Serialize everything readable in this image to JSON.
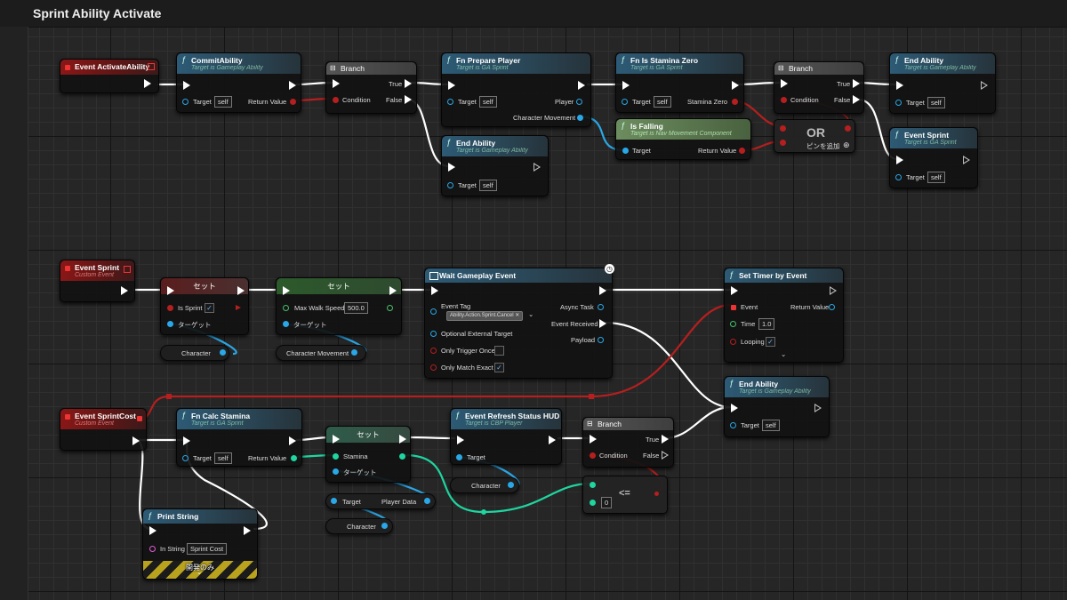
{
  "graph_title": "Sprint Ability Activate",
  "colors": {
    "exec": "#ffffff",
    "object_pin": "#2aa7e6",
    "bool_pin": "#b51f1f",
    "float_pin": "#7ef07b",
    "struct_pin": "#1fd5a0",
    "string_pin": "#e05bd6"
  },
  "nodes": {
    "event_activate": {
      "title": "Event ActivateAbility"
    },
    "commit": {
      "title": "CommitAbility",
      "subtitle": "Target is Gameplay Ability",
      "target": "Target",
      "target_value": "self",
      "return": "Return Value"
    },
    "branch1": {
      "title": "Branch",
      "condition": "Condition",
      "true": "True",
      "false": "False"
    },
    "prepare": {
      "title": "Fn Prepare Player",
      "subtitle": "Target is GA Sprint",
      "target": "Target",
      "target_value": "self",
      "player": "Player",
      "char_move": "Character Movement"
    },
    "stamina_zero": {
      "title": "Fn Is Stamina Zero",
      "subtitle": "Target is GA Sprint",
      "target": "Target",
      "target_value": "self",
      "out": "Stamina Zero"
    },
    "branch2": {
      "title": "Branch",
      "condition": "Condition",
      "true": "True",
      "false": "False"
    },
    "end_ability1": {
      "title": "End Ability",
      "subtitle": "Target is Gameplay Ability",
      "target": "Target",
      "target_value": "self"
    },
    "end_ability2": {
      "title": "End Ability",
      "subtitle": "Target is Gameplay Ability",
      "target": "Target",
      "target_value": "self"
    },
    "is_falling": {
      "title": "Is Falling",
      "subtitle": "Target is Nav Movement Component",
      "target": "Target",
      "return": "Return Value"
    },
    "or_node": {
      "title": "OR",
      "add_pin": "ピンを追加",
      "add_icon": "⊕"
    },
    "event_sprint_call": {
      "title": "Event Sprint",
      "subtitle": "Target is GA Sprint",
      "target": "Target",
      "target_value": "self"
    },
    "event_sprint": {
      "title": "Event Sprint",
      "subtitle": "Custom Event"
    },
    "set_is_sprint": {
      "title": "セット",
      "field": "Is Sprint",
      "target": "ターゲット",
      "checked": "✓"
    },
    "get_character1": {
      "title": "Character"
    },
    "set_walk_speed": {
      "title": "セット",
      "field": "Max Walk Speed",
      "value": "500.0",
      "target": "ターゲット"
    },
    "get_char_move": {
      "title": "Character Movement"
    },
    "wait_event": {
      "title": "Wait Gameplay Event",
      "event_tag": "Event Tag",
      "tag_value": "Ability.Action.Sprint.Cancel",
      "tag_clear": "✕",
      "tag_caret": "⌄",
      "optional_target": "Optional External Target",
      "only_trigger_once": "Only Trigger Once",
      "only_match_exact": "Only Match Exact",
      "match_checked": "✓",
      "async_task": "Async Task",
      "event_received": "Event Received",
      "payload": "Payload"
    },
    "set_timer": {
      "title": "Set Timer by Event",
      "event": "Event",
      "time": "Time",
      "time_value": "1.0",
      "looping": "Looping",
      "looping_checked": "✓",
      "return": "Return Value",
      "expand": "⌄"
    },
    "end_ability3": {
      "title": "End Ability",
      "subtitle": "Target is Gameplay Ability",
      "target": "Target",
      "target_value": "self"
    },
    "event_sprint_cost": {
      "title": "Event SprintCost",
      "subtitle": "Custom Event"
    },
    "calc_stamina": {
      "title": "Fn Calc Stamina",
      "subtitle": "Target is GA Sprint",
      "target": "Target",
      "target_value": "self",
      "return": "Return Value"
    },
    "set_stamina": {
      "title": "セット",
      "field": "Stamina",
      "target": "ターゲット"
    },
    "get_player_data": {
      "target": "Target",
      "out": "Player Data"
    },
    "get_character2": {
      "title": "Character"
    },
    "refresh_hud": {
      "title": "Event Refresh Status HUD",
      "subtitle": "Target is CBP Player",
      "target": "Target"
    },
    "get_character3": {
      "title": "Character"
    },
    "branch3": {
      "title": "Branch",
      "condition": "Condition",
      "true": "True",
      "false": "False"
    },
    "compare": {
      "title": "<=",
      "value": "0"
    },
    "print_string": {
      "title": "Print String",
      "in_string": "In String",
      "in_value": "Sprint Cost",
      "dev_only": "開発のみ",
      "expand": "⌄"
    }
  }
}
